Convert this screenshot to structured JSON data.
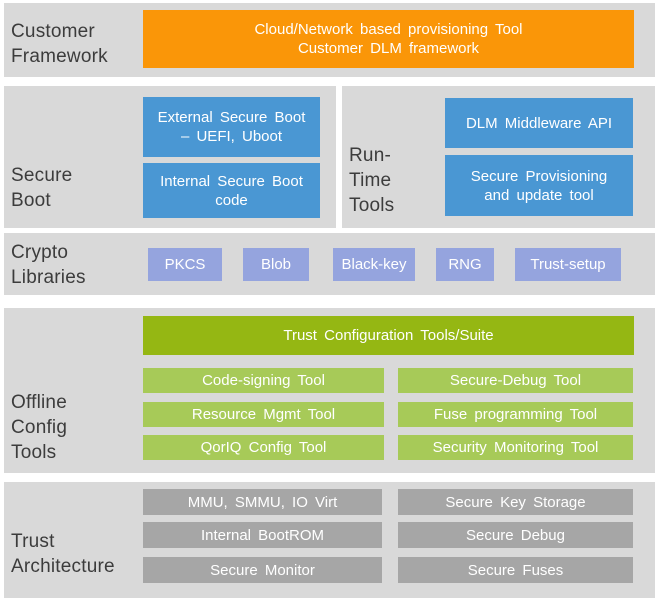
{
  "colors": {
    "panel_bg": "#d9d9d9",
    "orange": "#fa9608",
    "blue": "#4a97d3",
    "lavender": "#95a4de",
    "green_dark": "#95b713",
    "green_light": "#a7ca58",
    "gray_box": "#a6a6a6",
    "section_label_text": "#3c3c3c",
    "box_text": "#ffffff"
  },
  "sections": {
    "customer_framework": {
      "label_line1": "Customer",
      "label_line2": "Framework",
      "box_line1": "Cloud/Network based provisioning Tool",
      "box_line2": "Customer DLM framework"
    },
    "secure_boot": {
      "label_line1": "Secure",
      "label_line2": "Boot",
      "box1_line1": "External Secure Boot",
      "box1_line2": "– UEFI, Uboot",
      "box2_line1": "Internal Secure Boot",
      "box2_line2": "code"
    },
    "run_time_tools": {
      "label_line1": "Run-",
      "label_line2": "Time",
      "label_line3": "Tools",
      "box1": "DLM Middleware API",
      "box2_line1": "Secure Provisioning",
      "box2_line2": "and update tool"
    },
    "crypto_libraries": {
      "label_line1": "Crypto",
      "label_line2": "Libraries",
      "boxes": [
        "PKCS",
        "Blob",
        "Black-key",
        "RNG",
        "Trust-setup"
      ]
    },
    "offline_config_tools": {
      "label_line1": "Offline",
      "label_line2": "Config",
      "label_line3": "Tools",
      "header_box": "Trust Configuration Tools/Suite",
      "left_boxes": [
        "Code-signing Tool",
        "Resource Mgmt Tool",
        "QorIQ Config Tool"
      ],
      "right_boxes": [
        "Secure-Debug Tool",
        "Fuse programming Tool",
        "Security Monitoring Tool"
      ]
    },
    "trust_architecture": {
      "label_line1": "Trust",
      "label_line2": "Architecture",
      "left_boxes": [
        "MMU, SMMU, IO Virt",
        "Internal BootROM",
        "Secure Monitor"
      ],
      "right_boxes": [
        "Secure Key Storage",
        "Secure Debug",
        "Secure Fuses"
      ]
    }
  }
}
